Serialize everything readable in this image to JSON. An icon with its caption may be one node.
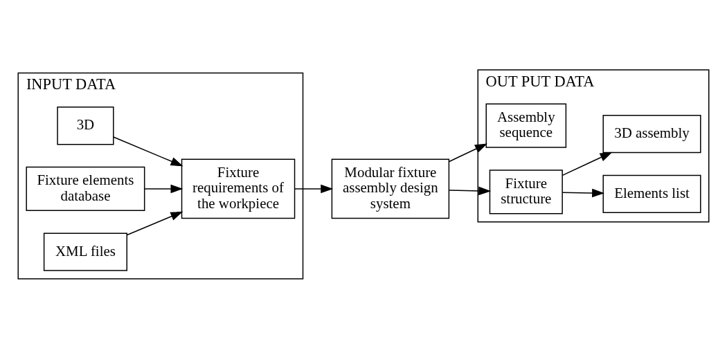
{
  "diagram": {
    "nodes": [
      {
        "text": [
          "INPUT DATA"
        ]
      },
      {
        "text": [
          "3D"
        ],
        "in": 0
      },
      {
        "text": [
          "Fixture requirements of the workpiece"
        ],
        "in": 0
      },
      {
        "text": [
          "Fixture elements database"
        ],
        "in": 0
      },
      {
        "text": [
          "XML files"
        ],
        "in": 0
      },
      {
        "text": [
          "Modular fixture assembly design system"
        ]
      },
      {
        "text": [
          "OUT PUT DATA"
        ]
      },
      {
        "text": [
          "Assembly sequence"
        ],
        "in": 6
      },
      {
        "text": [
          "Fixture structure"
        ],
        "in": 6
      },
      {
        "text": [
          "Elements list"
        ],
        "in": 6
      },
      {
        "text": [
          "3D assembly"
        ],
        "in": 6
      }
    ],
    "edges": [
      {
        "from": 1,
        "to": 2,
        "arrow": "to"
      },
      {
        "from": 3,
        "to": 2,
        "arrow": "to"
      },
      {
        "from": 4,
        "to": 2,
        "arrow": "to"
      },
      {
        "from": 2,
        "to": 5,
        "arrow": "to"
      },
      {
        "from": 5,
        "to": 7,
        "arrow": "to"
      },
      {
        "from": 5,
        "to": 8,
        "arrow": "to"
      },
      {
        "from": 8,
        "to": 9,
        "arrow": "to"
      },
      {
        "from": 8,
        "to": 10,
        "arrow": "to"
      }
    ]
  }
}
